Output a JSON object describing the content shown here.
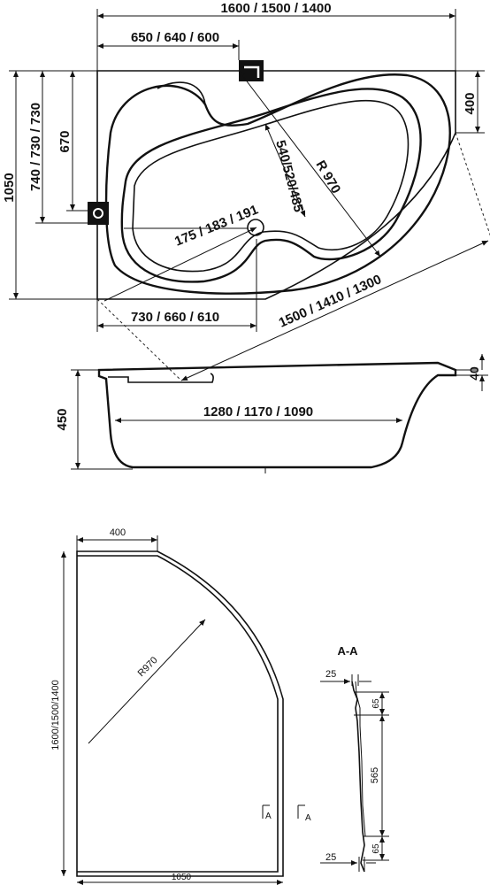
{
  "top_view": {
    "width_total": "1600 / 1500 / 1400",
    "width_left": "650 / 640 / 600",
    "height_total": "1050",
    "height_inner": "740 / 730 / 730",
    "height_670": "670",
    "right_400": "400",
    "diagonal": "540/520/485",
    "radius": "R 970",
    "drain_offset": "175 / 183 / 191",
    "bottom_left": "730 / 660 / 610",
    "bottom_diag": "1500 / 1410 / 1300"
  },
  "side_view": {
    "height": "450",
    "rim": "40",
    "inner_length": "1280 / 1170 / 1090"
  },
  "panel_view": {
    "top_400": "400",
    "radius": "R970",
    "height": "1600/1500/1400",
    "bottom": "1050",
    "section_mark": "A"
  },
  "section_aa": {
    "title": "A-A",
    "top_25": "25",
    "top_65": "65",
    "mid_565": "565",
    "bot_65": "65",
    "bot_25": "25"
  }
}
